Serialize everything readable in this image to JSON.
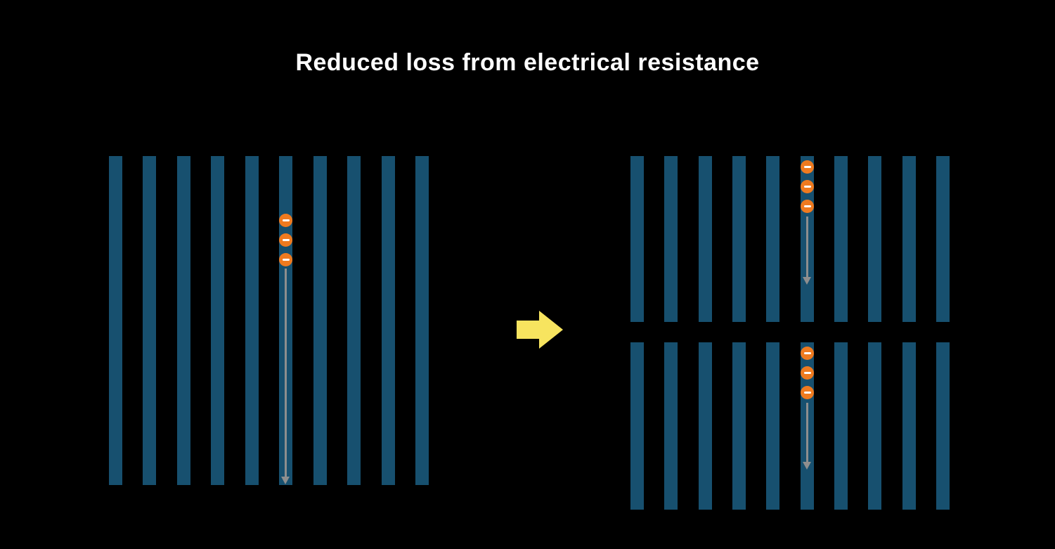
{
  "title": "Reduced loss from electrical resistance",
  "colors": {
    "background": "#000000",
    "bar": "#17506f",
    "electron": "#ef7a1f",
    "electron_minus": "#ffffff",
    "arrow": "#8e8e8e",
    "transition_arrow": "#f7e45f",
    "title": "#ffffff"
  },
  "icons": {
    "electron": "minus-circle-icon",
    "flow": "down-arrow-icon",
    "transition": "right-arrow-icon"
  },
  "left_panel": {
    "name": "full-cell",
    "bar_count": 10,
    "electron_count": 3
  },
  "right_panels": [
    {
      "name": "half-cell-top",
      "bar_count": 10,
      "electron_count": 3
    },
    {
      "name": "half-cell-bottom",
      "bar_count": 10,
      "electron_count": 3
    }
  ]
}
